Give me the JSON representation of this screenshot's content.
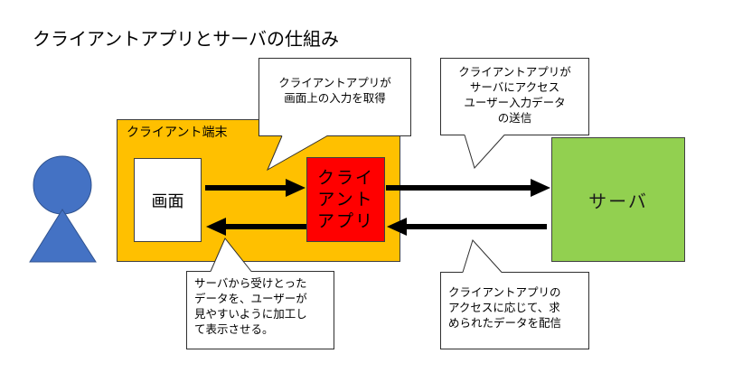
{
  "title": "クライアントアプリとサーバの仕組み",
  "client_region": {
    "label": "クライアント端末"
  },
  "screen": {
    "label": "画面"
  },
  "client_app": {
    "lines": [
      "クライ",
      "アント",
      "アプリ"
    ]
  },
  "server": {
    "label": "サーバ"
  },
  "callouts": {
    "app_input": [
      "クライアントアプリが",
      "画面上の入力を取得"
    ],
    "app_send": [
      "クライアントアプリが",
      "サーバにアクセス",
      "ユーザー入力データ",
      "の送信"
    ],
    "screen_display": [
      "サーバから受けとった",
      "データを、ユーザーが",
      "見やすいように加工し",
      "て表示させる。"
    ],
    "server_respond": [
      "クライアントアプリの",
      "アクセスに応じて、求",
      "められたデータを配信"
    ]
  },
  "colors": {
    "person": "#4472c4",
    "client_region": "#ffc000",
    "client_app": "#ff0000",
    "server": "#92d050",
    "arrow": "#000000"
  },
  "icons": {
    "user": "person-icon"
  }
}
